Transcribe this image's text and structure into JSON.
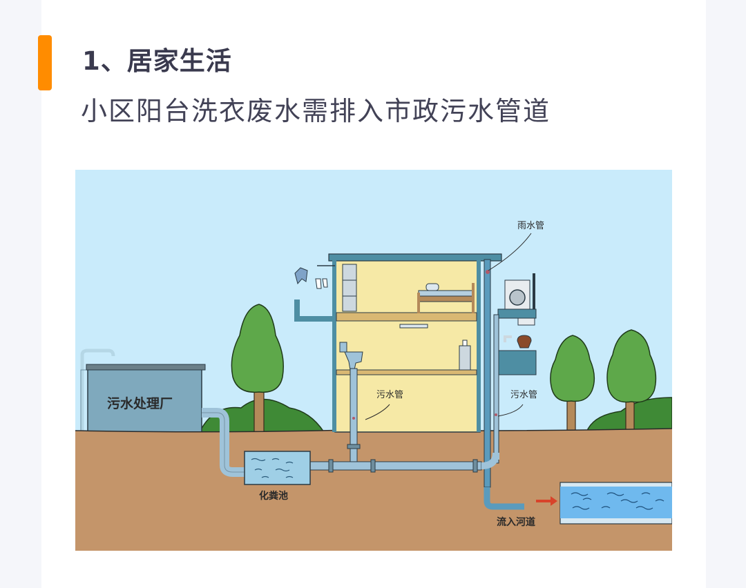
{
  "section": {
    "accent_color": "#ff8c00",
    "title": "1、居家生活",
    "description": "小区阳台洗衣废水需排入市政污水管道"
  },
  "figure": {
    "description": "Cross-section illustration of household drainage: rainwater pipe vs sewage pipe",
    "labels": {
      "rain_pipe": "雨水管",
      "sewage_pipe_building": "污水管",
      "sewage_pipe_balcony": "污水管",
      "treatment_plant": "污水处理厂",
      "septic_tank": "化粪池",
      "to_river": "流入河道"
    },
    "colors": {
      "sky": "#c9ebfb",
      "soil": "#c4956a",
      "building_wall": "#f6e9a6",
      "pipe": "#9fc3d9",
      "tree": "#5ea84a",
      "river": "#6fb9ee",
      "arrow": "#d8432a"
    }
  }
}
